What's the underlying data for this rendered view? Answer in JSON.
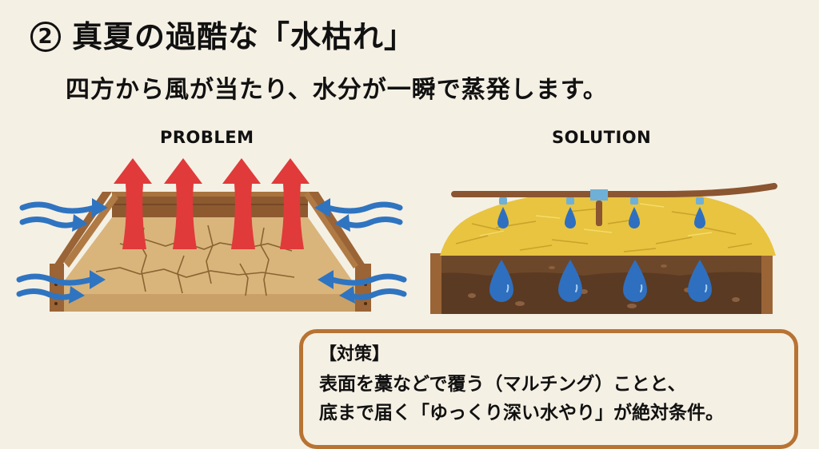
{
  "header": {
    "number": "2",
    "title": "真夏の過酷な「水枯れ」",
    "subtitle": "四方から風が当たり、水分が一瞬で蒸発します。"
  },
  "panels": {
    "problem": {
      "label": "PROBLEM",
      "icons": [
        "dry-cracked-soil-bed",
        "red-evaporation-arrow x4",
        "blue-wind-arrow x8"
      ]
    },
    "solution": {
      "label": "SOLUTION",
      "icons": [
        "straw-mulch-bed",
        "drip-irrigation-pipe",
        "water-drop x8"
      ]
    }
  },
  "callout": {
    "heading": "【対策】",
    "line1": "表面を藁などで覆う（マルチング）ことと、",
    "line2": "底まで届く「ゆっくり深い水やり」が絶対条件。"
  },
  "colors": {
    "background": "#f5f0e4",
    "text": "#111111",
    "callout_border": "#b87333",
    "evaporation_arrow": "#e03a3a",
    "wind_arrow": "#2f74c0",
    "wood": "#9a6436",
    "dry_soil": "#d9b57c",
    "straw": "#e8c440",
    "wet_soil": "#5a3a22",
    "water": "#2f6fbf",
    "pipe": "#8a5530",
    "emitter": "#6fb0d8"
  }
}
